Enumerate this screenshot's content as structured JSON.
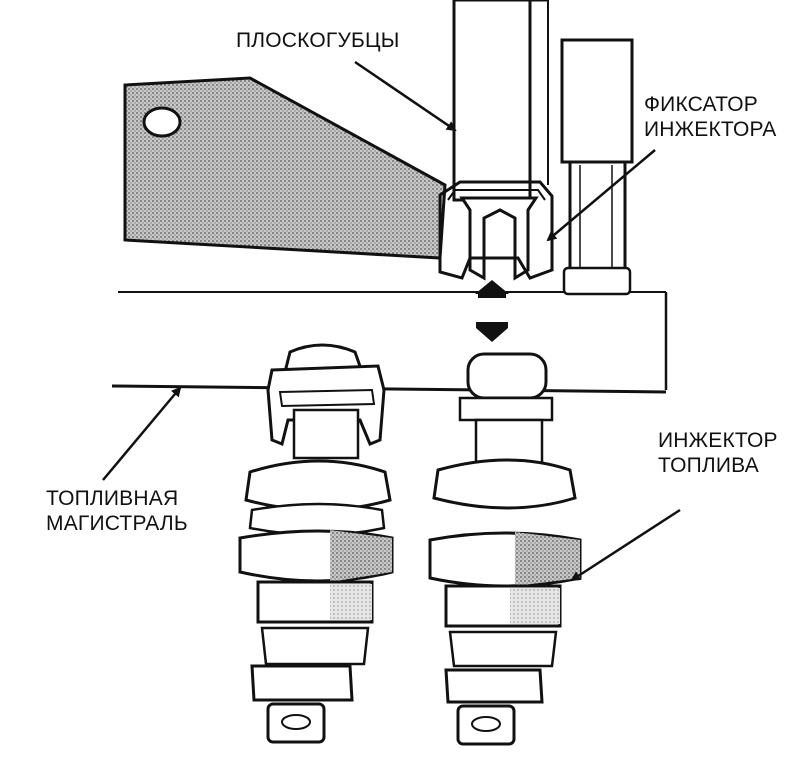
{
  "labels": {
    "pliers": "ПЛОСКОГУБЦЫ",
    "clip_line1": "ФИКСАТОР",
    "clip_line2": "ИНЖЕКТОРА",
    "rail_line1": "ТОПЛИВНАЯ",
    "rail_line2": "МАГИСТРАЛЬ",
    "injector_line1": "ИНЖЕКТОР",
    "injector_line2": "ТОПЛИВА"
  },
  "colors": {
    "ink": "#111111",
    "shade": "#8a8a8a",
    "background": "#ffffff"
  }
}
